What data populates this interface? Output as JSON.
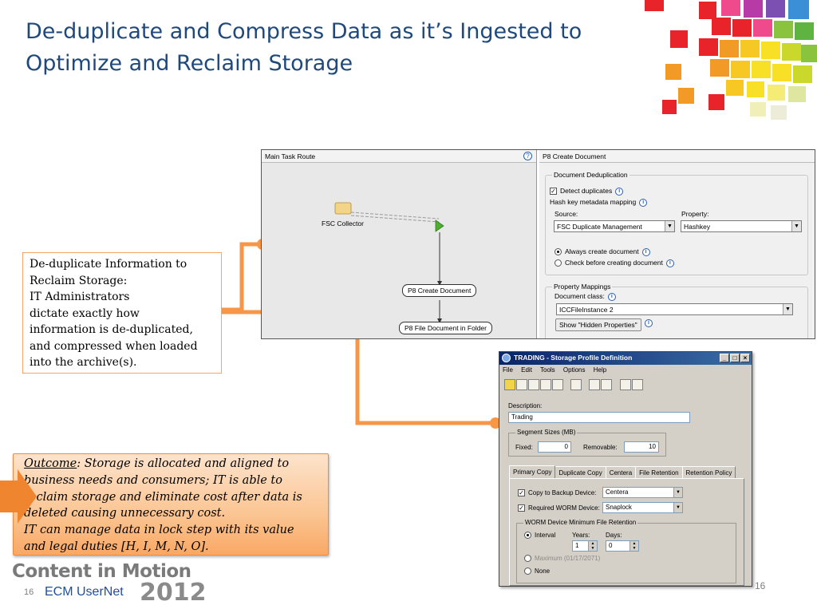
{
  "slide": {
    "title_line1": "De-duplicate and Compress Data as it’s Ingested to",
    "title_line2": "Optimize and Reclaim Storage",
    "page_number": "16",
    "page_number_right": "16"
  },
  "callout": {
    "heading_line1": "De-duplicate Information to",
    "heading_line2": "Reclaim Storage:",
    "body_line1": "IT Administrators",
    "body_line2": "dictate exactly how",
    "body_line3": "information is de-duplicated,",
    "body_line4": "and compressed when loaded",
    "body_line5": "into the archive(s)."
  },
  "outcome": {
    "label": "Outcome",
    "line1_rest": ": Storage is allocated and aligned to",
    "line2": "business needs and consumers; IT is able to",
    "line3": "reclaim storage and eliminate cost after data is",
    "line4": "deleted causing unnecessary cost.",
    "line5": "IT can manage data in lock step with its value",
    "line6": "and legal duties [H, I, M, N, O]."
  },
  "logo": {
    "line1": "Content in Motion",
    "line2": "ECM UserNet",
    "year": "2012"
  },
  "route_panel": {
    "header": "Main Task Route",
    "help": "?",
    "node_collector": "FSC Collector",
    "node_create": "P8 Create Document",
    "node_file": "P8 File Document in Folder"
  },
  "create_doc_panel": {
    "header": "P8 Create Document",
    "dedup_group": "Document Deduplication",
    "detect_duplicates": "Detect duplicates",
    "hash_key_mapping": "Hash key metadata mapping",
    "source_label": "Source:",
    "property_label": "Property:",
    "source_value": "FSC Duplicate Management",
    "property_value": "Hashkey",
    "always_create": "Always create document",
    "check_before": "Check before creating document",
    "mappings_group": "Property Mappings",
    "doc_class_label": "Document class:",
    "doc_class_value": "ICCFileInstance 2",
    "show_hidden_button": "Show \"Hidden Properties\""
  },
  "storage_window": {
    "title": "TRADING - Storage Profile Definition",
    "menu": [
      "File",
      "Edit",
      "Tools",
      "Options",
      "Help"
    ],
    "description_label": "Description:",
    "description_value": "Trading",
    "segment_group": "Segment Sizes (MB)",
    "fixed_label": "Fixed:",
    "fixed_value": "0",
    "removable_label": "Removable:",
    "removable_value": "10",
    "tabs": [
      "Primary Copy",
      "Duplicate Copy",
      "Centera",
      "File Retention",
      "Retention Policy"
    ],
    "copy_backup_label": "Copy to Backup Device:",
    "copy_backup_value": "Centera",
    "worm_label": "Required WORM Device:",
    "worm_value": "Snaplock",
    "worm_group": "WORM Device Minimum File Retention",
    "interval_label": "Interval",
    "years_label": "Years:",
    "years_value": "1",
    "days_label": "Days:",
    "days_value": "0",
    "maximum_label": "Maximum (01/17/2071)",
    "none_label": "None"
  },
  "colors": {
    "title": "#1f497d",
    "connector": "#f79646",
    "outcome_fill": "#fbc592"
  }
}
